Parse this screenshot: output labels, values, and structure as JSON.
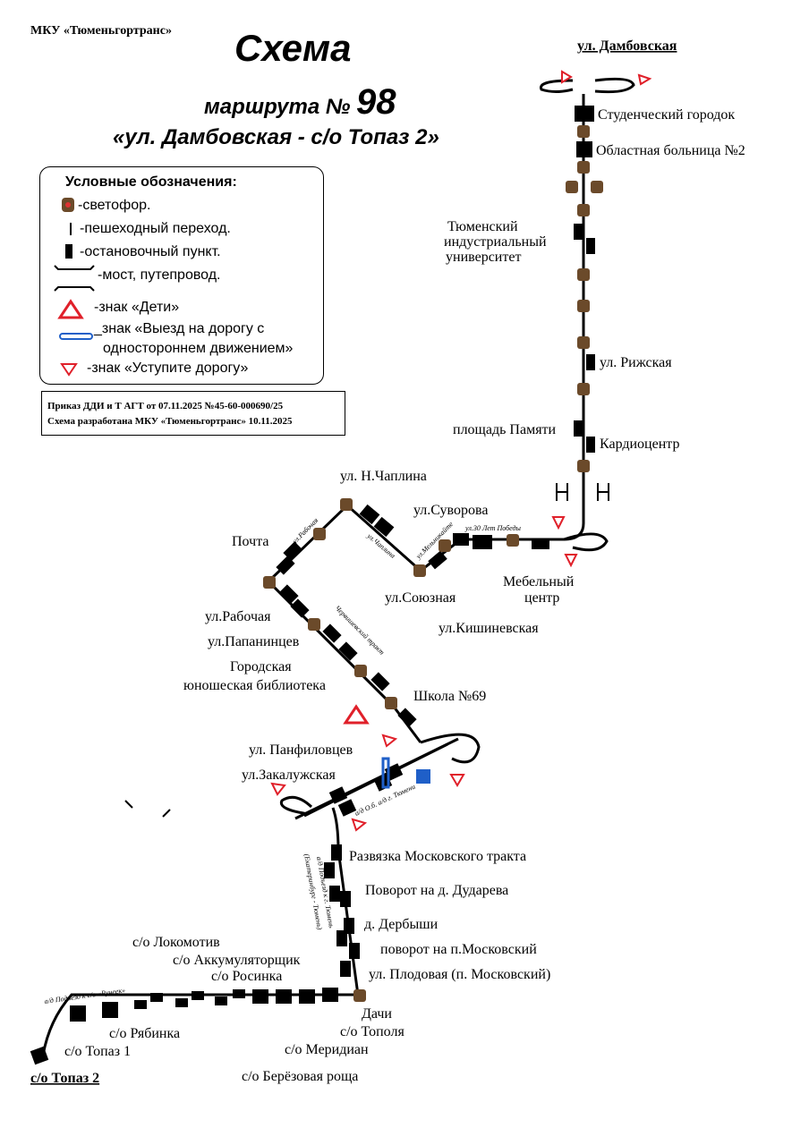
{
  "header": {
    "org": "МКУ «Тюменьгортранс»",
    "title": "Схема",
    "subtitle_prefix": "маршрута №",
    "route_number": "98",
    "route_name": "«ул. Дамбовская - с/о Топаз 2»"
  },
  "legend": {
    "title": "Условные обозначения:",
    "items": [
      "-светофор.",
      "-пешеходный переход.",
      "-остановочный пункт.",
      "-мост, путепровод.",
      "-знак «Дети»",
      "_знак «Выезд на дорогу с",
      "одностороннем движением»",
      "-знак «Уступите дорогу»"
    ]
  },
  "order": {
    "line1": "Приказ ДДИ и Т АГТ от 07.11.2025 №45-60-000690/25",
    "line2": "Схема разработана МКУ «Тюменьгортранс» 10.11.2025"
  },
  "terminals": {
    "start": "ул. Дамбовская",
    "end": "с/о Топаз 2"
  },
  "stops": [
    "Студенческий городок",
    "Областная больница №2",
    "Тюменский",
    "индустриальный",
    "университет",
    "ул. Рижская",
    "площадь Памяти",
    "Кардиоцентр",
    "Мебельный",
    "центр",
    "ул.Кишиневская",
    "ул.Суворова",
    "ул.Союзная",
    "ул. Н.Чаплина",
    "Почта",
    "ул.Рабочая",
    "ул.Папанинцев",
    "Городская",
    "юношеская библиотека",
    "Школа №69",
    "ул. Панфиловцев",
    "ул.Закалужская",
    "Развязка Московского тракта",
    "Поворот на д. Дударева",
    "д. Дербыши",
    "поворот на п.Московский",
    "ул. Плодовая (п. Московский)",
    "Дачи",
    "с/о Тополя",
    "с/о Меридиан",
    "с/о Берёзовая роща",
    "с/о Росинка",
    "с/о Аккумуляторщик",
    "с/о Локомотив",
    "с/о Рябинка",
    "с/о Топаз 1"
  ],
  "streets": [
    "ул.Рабочая",
    "ул.Чаплина",
    "ул.Мельникайте",
    "ул.30 Лет Победы",
    "Червишевский тракт",
    "а/д Подъезд к г. Тюмень",
    "(Екатеринбург - Тюмень)",
    "а/д Подъезд к с/о «Ручеек»",
    "а/д О.б. а/д г. Тюмени"
  ],
  "colors": {
    "sign_red": "#e0202a",
    "sign_blue": "#1f5fc8"
  }
}
